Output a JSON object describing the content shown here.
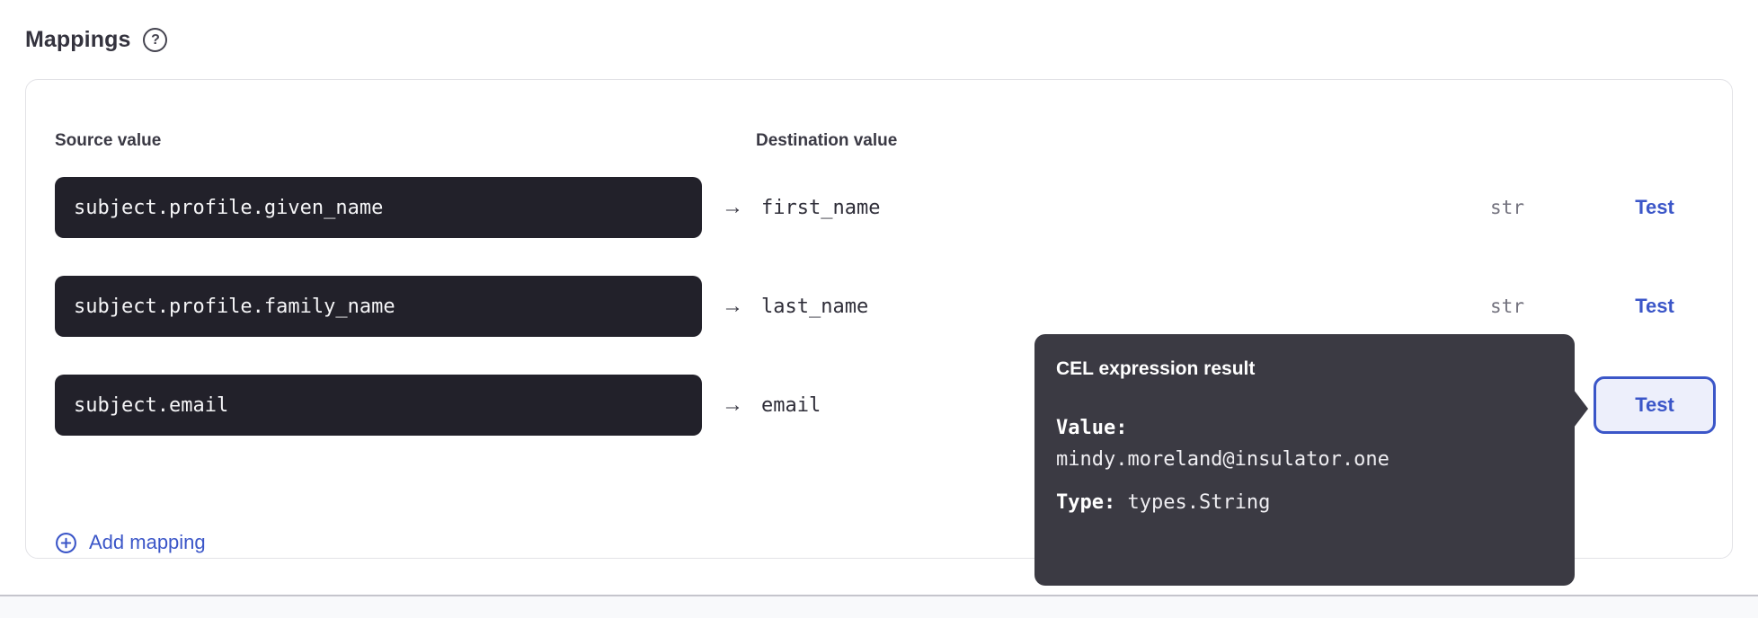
{
  "page": {
    "title": "Mappings",
    "help_glyph": "?"
  },
  "glyphs": {
    "arrow": "→"
  },
  "columns": {
    "source": "Source value",
    "destination": "Destination value"
  },
  "mappings": [
    {
      "source": "subject.profile.given_name",
      "destination": "first_name",
      "type": "str",
      "test_label": "Test"
    },
    {
      "source": "subject.profile.family_name",
      "destination": "last_name",
      "type": "str",
      "test_label": "Test"
    },
    {
      "source": "subject.email",
      "destination": "email",
      "type": "",
      "test_label": "Test"
    }
  ],
  "add_mapping": {
    "label": "Add mapping"
  },
  "tooltip": {
    "title": "CEL expression result",
    "value_label": "Value:",
    "value": "mindy.moreland@insulator.one",
    "type_label": "Type:",
    "type": "types.String"
  },
  "colors": {
    "accent_blue": "#3b56c8",
    "input_bg": "#22212a",
    "tooltip_bg": "#3b3a43",
    "card_border": "#e2e2e6",
    "type_gray": "#73727e"
  }
}
